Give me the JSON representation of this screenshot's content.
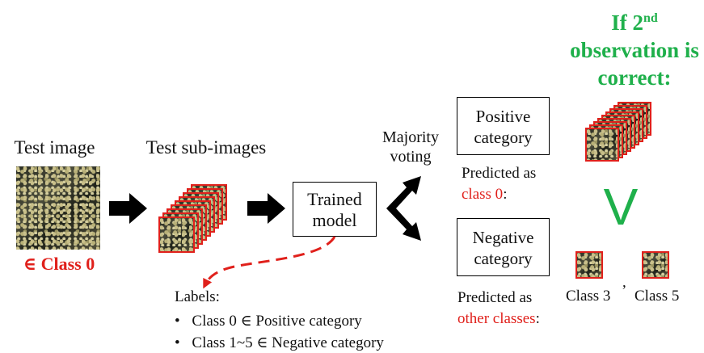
{
  "left": {
    "test_image_label": "Test image",
    "class_prefix": "∈",
    "class_label": "Class 0"
  },
  "middle": {
    "sub_images_label": "Test sub-images",
    "model_line1": "Trained",
    "model_line2": "model"
  },
  "labels": {
    "title": "Labels:",
    "items": [
      "Class 0 ∈ Positive category",
      "Class 1~5 ∈ Negative category"
    ]
  },
  "voting": {
    "line1": "Majority",
    "line2": "voting"
  },
  "positive": {
    "box_line1": "Positive",
    "box_line2": "category",
    "pred_line1": "Predicted as",
    "pred_red": "class 0",
    "pred_suffix": ":"
  },
  "negative": {
    "box_line1": "Negative",
    "box_line2": "category",
    "pred_line1": "Predicted as",
    "pred_red": "other classes",
    "pred_suffix": ":"
  },
  "right": {
    "header_line1_prefix": "If 2",
    "header_sup": "nd",
    "header_line2": "observation is",
    "header_line3": "correct:",
    "check_symbol": "V",
    "class3": "Class 3",
    "comma": ",",
    "class5": "Class 5"
  },
  "colors": {
    "red": "#e0201b",
    "green": "#1fb04b",
    "black": "#000000"
  }
}
